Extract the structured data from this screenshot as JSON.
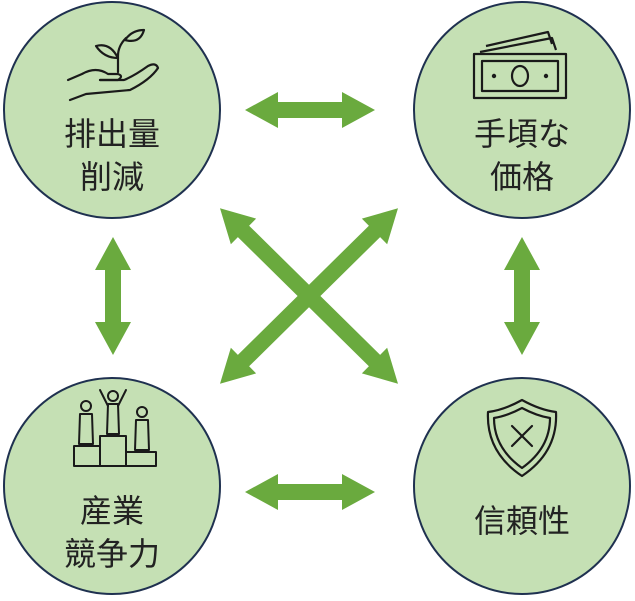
{
  "colors": {
    "circle_fill": "#c5e0b4",
    "circle_stroke": "#1f3150",
    "arrow": "#6aaa3e",
    "icon": "#1a1a1a"
  },
  "nodes": {
    "emissions": {
      "line1": "排出量",
      "line2": "削減",
      "icon": "hand-plant-icon"
    },
    "price": {
      "line1": "手頃な",
      "line2": "価格",
      "icon": "money-bill-icon"
    },
    "industry": {
      "line1": "産業",
      "line2": "競争力",
      "icon": "podium-icon"
    },
    "trust": {
      "line1": "信頼性",
      "icon": "shield-x-icon"
    }
  },
  "arrows": [
    {
      "from": "emissions",
      "to": "price"
    },
    {
      "from": "emissions",
      "to": "industry"
    },
    {
      "from": "price",
      "to": "trust"
    },
    {
      "from": "industry",
      "to": "trust"
    },
    {
      "from": "emissions",
      "to": "trust"
    },
    {
      "from": "price",
      "to": "industry"
    }
  ]
}
